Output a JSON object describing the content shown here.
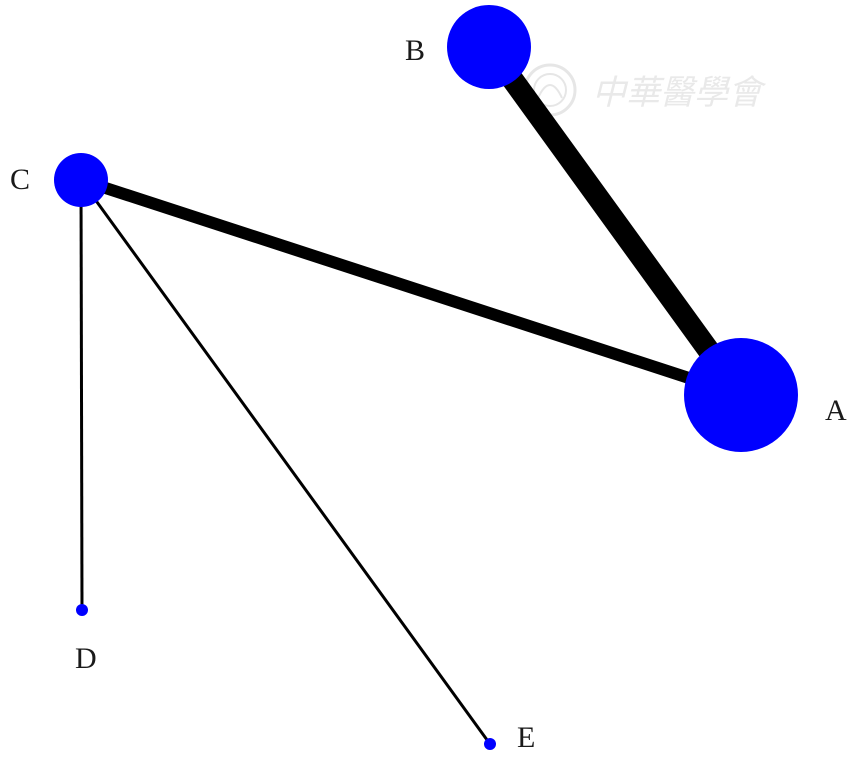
{
  "network": {
    "nodes": [
      {
        "id": "A",
        "label": "A",
        "size": "largest"
      },
      {
        "id": "B",
        "label": "B",
        "size": "large"
      },
      {
        "id": "C",
        "label": "C",
        "size": "medium"
      },
      {
        "id": "D",
        "label": "D",
        "size": "small"
      },
      {
        "id": "E",
        "label": "E",
        "size": "small"
      }
    ],
    "edges": [
      {
        "from": "A",
        "to": "B",
        "weight": "thickest"
      },
      {
        "from": "A",
        "to": "C",
        "weight": "thick"
      },
      {
        "from": "C",
        "to": "D",
        "weight": "thin"
      },
      {
        "from": "C",
        "to": "E",
        "weight": "thin"
      }
    ]
  },
  "colors": {
    "node": "#0000ff",
    "edge": "#000000",
    "label": "#1a1a1a",
    "watermark": "#e6e6e6"
  },
  "watermark": {
    "text": "中華醫學會",
    "icon": "society-seal-icon"
  }
}
